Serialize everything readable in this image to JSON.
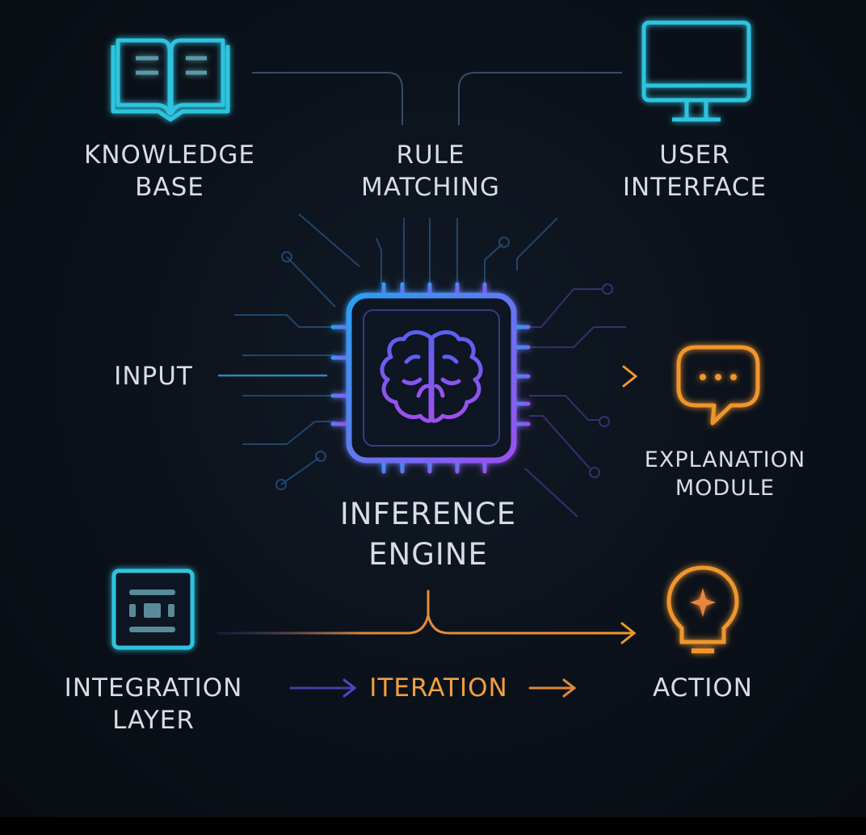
{
  "nodes": {
    "knowledge_base": {
      "line1": "KNOWLEDGE",
      "line2": "BASE",
      "icon": "open-book-icon"
    },
    "rule_matching": {
      "line1": "RULE",
      "line2": "MATCHING"
    },
    "user_interface": {
      "line1": "USER",
      "line2": "INTERFACE",
      "icon": "monitor-icon"
    },
    "input": {
      "label": "INPUT"
    },
    "inference_engine": {
      "line1": "INFERENCE",
      "line2": "ENGINE",
      "icon": "brain-chip-icon"
    },
    "explanation_module": {
      "line1": "EXPLANATION",
      "line2": "MODULE",
      "icon": "speech-bubble-icon"
    },
    "integration_layer": {
      "line1": "INTEGRATION",
      "line2": "LAYER",
      "icon": "layer-panel-icon"
    },
    "iteration": {
      "label": "ITERATION"
    },
    "action": {
      "label": "ACTION",
      "icon": "lightbulb-icon"
    }
  },
  "colors": {
    "cyan": "#2fc4e0",
    "blue": "#3b8cf0",
    "purple": "#8a4cf0",
    "orange": "#f0962e",
    "text": "#d7dde4"
  }
}
